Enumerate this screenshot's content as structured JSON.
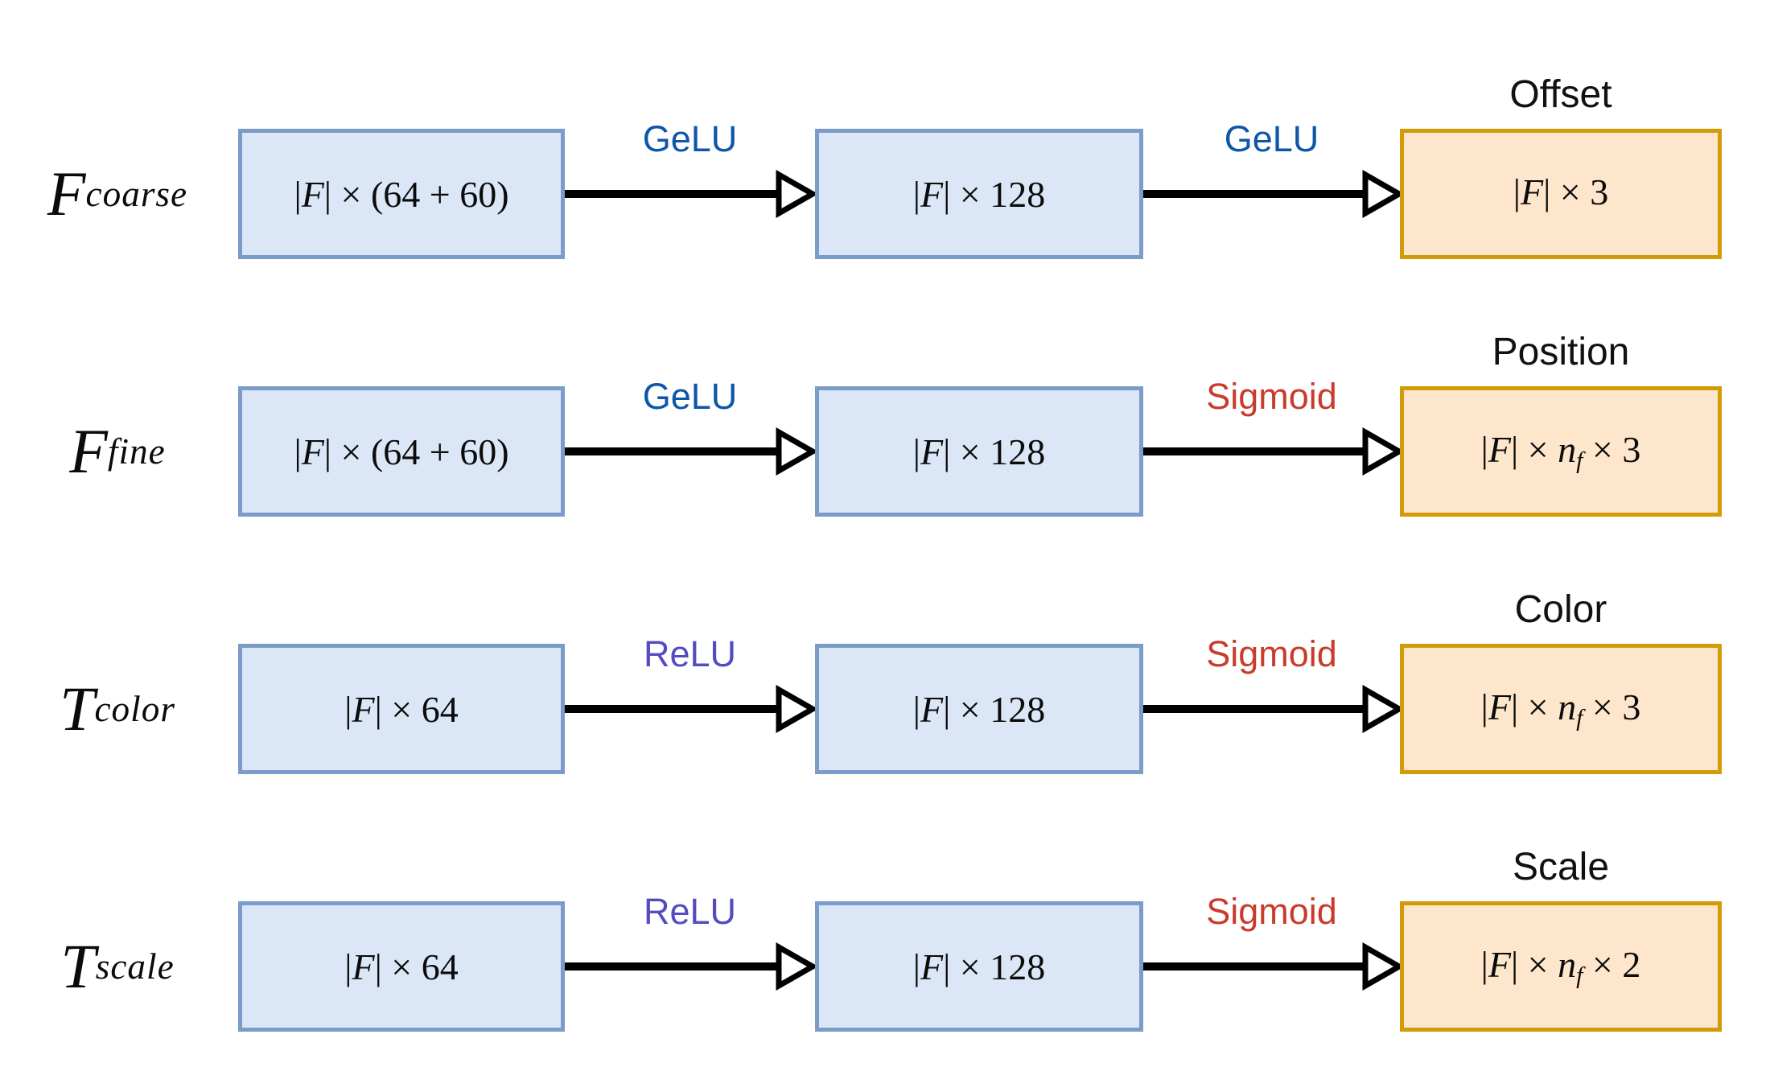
{
  "colors": {
    "box_blue_fill": "#DBE7F6",
    "box_blue_border": "#7B9BC8",
    "box_orange_fill": "#FDE6CC",
    "box_orange_border": "#D29B08",
    "gelu_blue": "#0E56A8",
    "relu_purple": "#554CC2",
    "sigmoid_red": "#C93B2B",
    "arrow_black": "#000000",
    "text_black": "#111111"
  },
  "rows": [
    {
      "label_main": "F",
      "label_sub": "coarse",
      "b1_pre": "|",
      "b1_var": "F",
      "b1_post": "| × (64 + 60)",
      "act1": "GeLU",
      "act1_color": "#0E56A8",
      "b2_pre": "|",
      "b2_var": "F",
      "b2_post": "| × 128",
      "act2": "GeLU",
      "act2_color": "#0E56A8",
      "out_title": "Offset",
      "b3_pre": "|",
      "b3_var": "F",
      "b3_mid": "| × 3",
      "b3_n": "",
      "b3_nsub": "",
      "b3_tail": ""
    },
    {
      "label_main": "F",
      "label_sub": "fine",
      "b1_pre": "|",
      "b1_var": "F",
      "b1_post": "| × (64 + 60)",
      "act1": "GeLU",
      "act1_color": "#0E56A8",
      "b2_pre": "|",
      "b2_var": "F",
      "b2_post": "| × 128",
      "act2": "Sigmoid",
      "act2_color": "#C93B2B",
      "out_title": "Position",
      "b3_pre": "|",
      "b3_var": "F",
      "b3_mid": "| × ",
      "b3_n": "n",
      "b3_nsub": "f",
      "b3_tail": " × 3"
    },
    {
      "label_main": "T",
      "label_sub": "color",
      "b1_pre": "|",
      "b1_var": "F",
      "b1_post": "| × 64",
      "act1": "ReLU",
      "act1_color": "#554CC2",
      "b2_pre": "|",
      "b2_var": "F",
      "b2_post": "| × 128",
      "act2": "Sigmoid",
      "act2_color": "#C93B2B",
      "out_title": "Color",
      "b3_pre": "|",
      "b3_var": "F",
      "b3_mid": "| × ",
      "b3_n": "n",
      "b3_nsub": "f",
      "b3_tail": " × 3"
    },
    {
      "label_main": "T",
      "label_sub": "scale",
      "b1_pre": "|",
      "b1_var": "F",
      "b1_post": "| × 64",
      "act1": "ReLU",
      "act1_color": "#554CC2",
      "b2_pre": "|",
      "b2_var": "F",
      "b2_post": "| × 128",
      "act2": "Sigmoid",
      "act2_color": "#C93B2B",
      "out_title": "Scale",
      "b3_pre": "|",
      "b3_var": "F",
      "b3_mid": "| × ",
      "b3_n": "n",
      "b3_nsub": "f",
      "b3_tail": " × 2"
    }
  ]
}
